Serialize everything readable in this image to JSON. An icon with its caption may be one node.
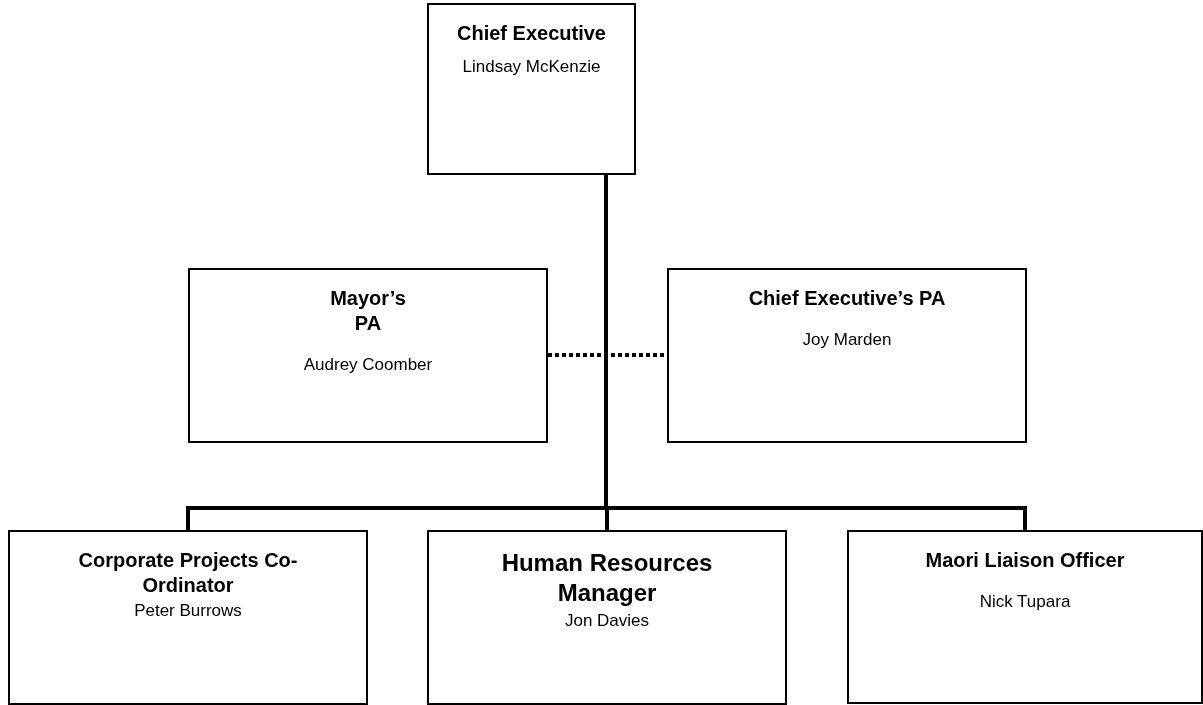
{
  "diagram": {
    "nodes": [
      {
        "text": [
          "Chief Executive",
          "Lindsay McKenzie"
        ]
      },
      {
        "text": [
          "Mayor’s PA",
          "Audrey Coomber"
        ]
      },
      {
        "text": [
          "Chief Executive’s PA",
          "Joy Marden"
        ]
      },
      {
        "text": [
          "Corporate Projects Co-Ordinator",
          "Peter Burrows"
        ]
      },
      {
        "text": [
          "Human Resources Manager",
          "Jon Davies"
        ]
      },
      {
        "text": [
          "Maori Liaison Officer",
          "Nick Tupara"
        ]
      }
    ],
    "edges": [
      {
        "from": 1,
        "to": 2,
        "arrow": "none",
        "style": "dashed"
      },
      {
        "from": 0,
        "to": 3,
        "arrow": "none"
      },
      {
        "from": 0,
        "to": 4,
        "arrow": "none"
      },
      {
        "from": 0,
        "to": 5,
        "arrow": "none"
      }
    ]
  }
}
